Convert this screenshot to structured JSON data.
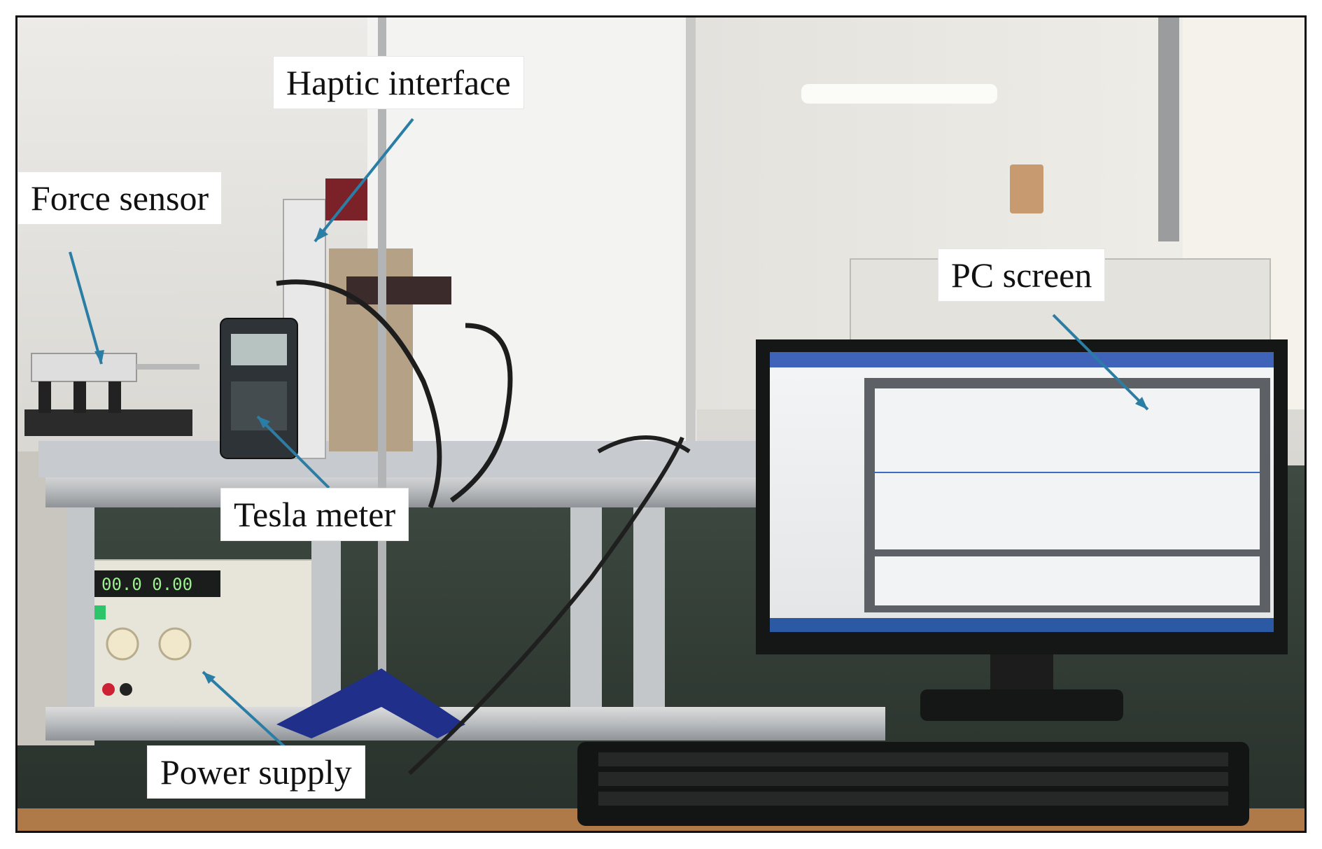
{
  "labels": {
    "haptic_interface": "Haptic interface",
    "force_sensor": "Force sensor",
    "pc_screen": "PC screen",
    "tesla_meter": "Tesla meter",
    "power_supply": "Power supply"
  },
  "colors": {
    "arrow": "#2a7ea6",
    "label_bg": "#ffffff",
    "label_text": "#111111",
    "wall": "#e6e6e4",
    "bench": "#2f3a33"
  }
}
